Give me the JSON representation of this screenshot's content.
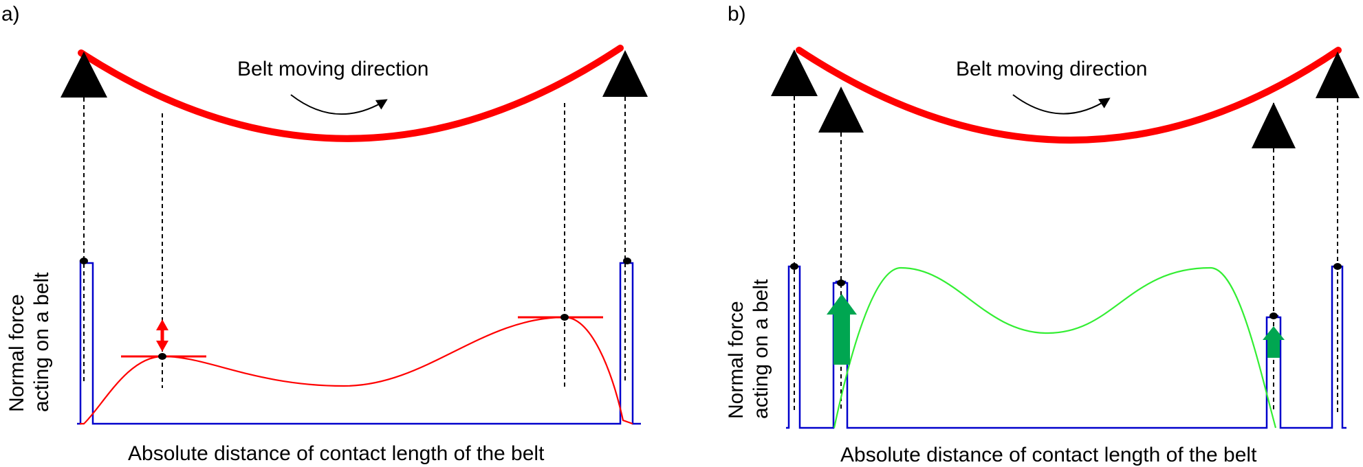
{
  "panels": [
    {
      "label": "a)",
      "direction_label": "Belt moving direction",
      "x_axis_label": "Absolute distance of contact length of the belt",
      "y_axis_label_line1": "Normal force",
      "y_axis_label_line2": "acting on a belt"
    },
    {
      "label": "b)",
      "direction_label": "Belt moving direction",
      "x_axis_label": "Absolute distance of contact length of the belt",
      "y_axis_label_line1": "Normal force",
      "y_axis_label_line2": "acting on a belt"
    }
  ],
  "colors": {
    "belt": "#ff0000",
    "baseline": "#0000cc",
    "force_curve_a": "#ff0000",
    "force_curve_b": "#33ee33",
    "force_change_arrow_b": "#00a651",
    "tension_arrow_a": "#ff0000",
    "roller": "#000000"
  },
  "icons": {
    "roller": "triangle-roller-icon",
    "direction": "curved-arrow-icon",
    "force_change_a": "double-headed-arrow-icon",
    "force_change_b": "up-arrow-icon"
  }
}
